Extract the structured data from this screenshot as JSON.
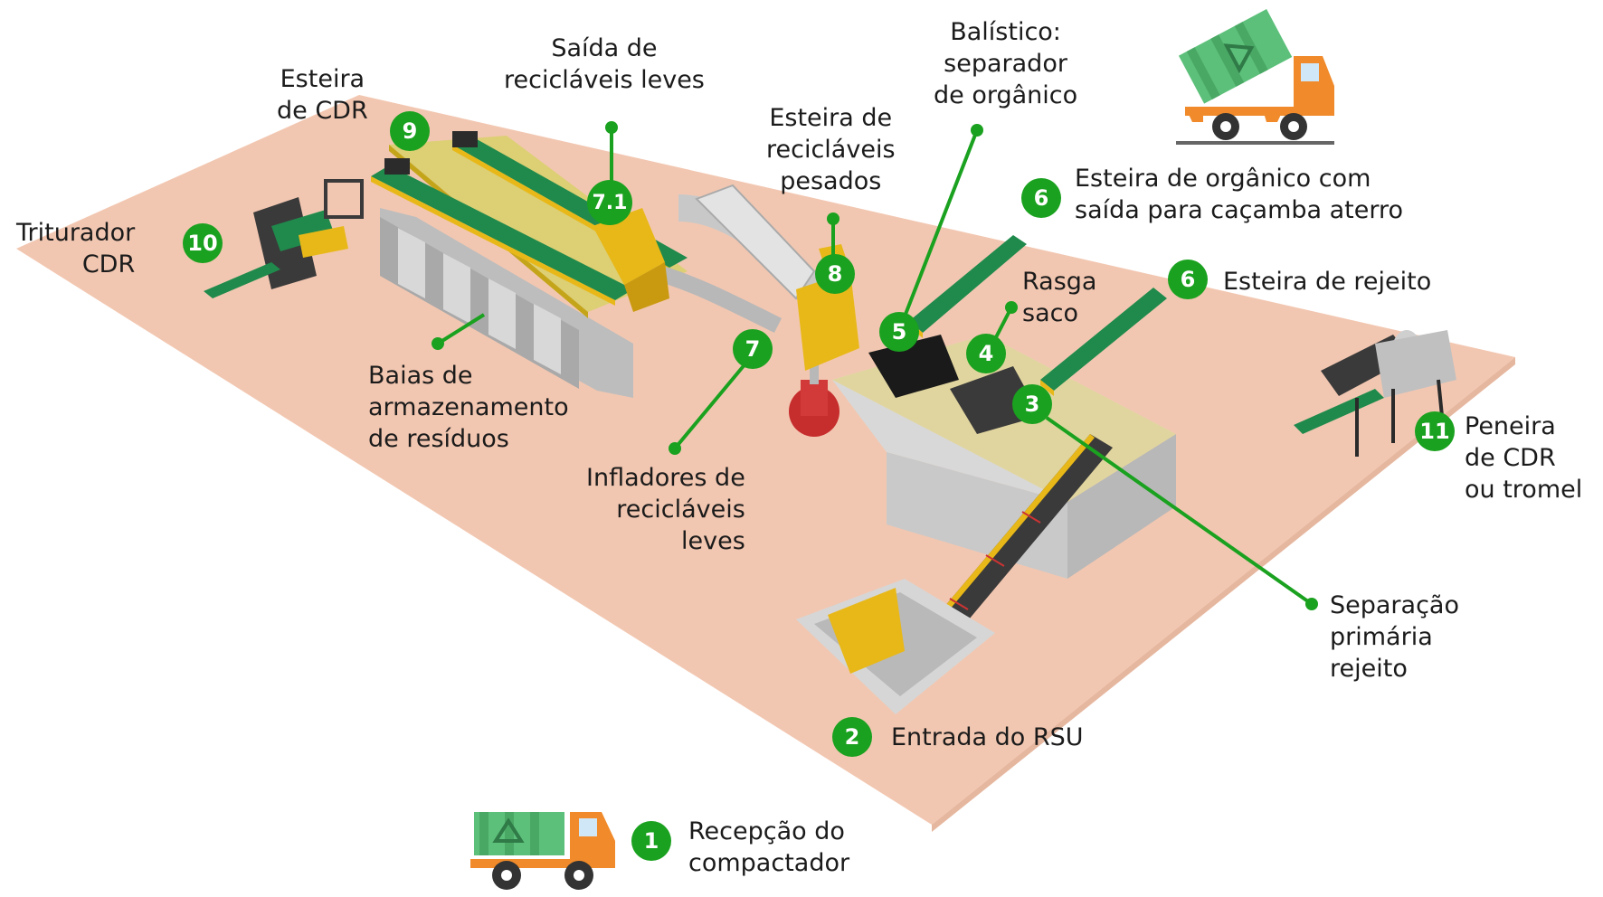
{
  "labels": {
    "esteira_cdr": [
      "Esteira",
      "de CDR"
    ],
    "saida_reciclaveis_leves": [
      "Saída de",
      "recicláveis leves"
    ],
    "balistico": [
      "Balístico:",
      "separador",
      "de orgânico"
    ],
    "esteira_reciclaveis_pesados": [
      "Esteira de",
      "recicláveis",
      "pesados"
    ],
    "esteira_organico": [
      "Esteira de orgânico com",
      "saída para caçamba aterro"
    ],
    "triturador_cdr": [
      "Triturador",
      "CDR"
    ],
    "rasga_saco": [
      "Rasga",
      "saco"
    ],
    "esteira_rejeito": "Esteira de rejeito",
    "baias": [
      "Baias de",
      "armazenamento",
      "de resíduos"
    ],
    "infladores": [
      "Infladores de",
      "recicláveis",
      "leves"
    ],
    "peneira": [
      "Peneira",
      "de CDR",
      "ou tromel"
    ],
    "separacao_primaria": [
      "Separação",
      "primária",
      "rejeito"
    ],
    "entrada_rsu": "Entrada do RSU",
    "recepcao": [
      "Recepção do",
      "compactador"
    ]
  },
  "badges": {
    "b1": "1",
    "b2": "2",
    "b3": "3",
    "b4": "4",
    "b5": "5",
    "b6a": "6",
    "b6b": "6",
    "b7": "7",
    "b71": "7.1",
    "b8": "8",
    "b9": "9",
    "b10": "10",
    "b11": "11"
  },
  "icons": [
    "recycling-truck-icon",
    "dump-truck-icon"
  ],
  "colors": {
    "floor": "#f2c7b1",
    "badge": "#1aa11f",
    "leader": "#1aa11f",
    "steel_yellow": "#e8b818",
    "belt_green": "#1f8a4c",
    "wall_grey": "#c9c9c9",
    "truck_orange": "#f08a2a",
    "truck_body_green": "#5cc07a"
  }
}
